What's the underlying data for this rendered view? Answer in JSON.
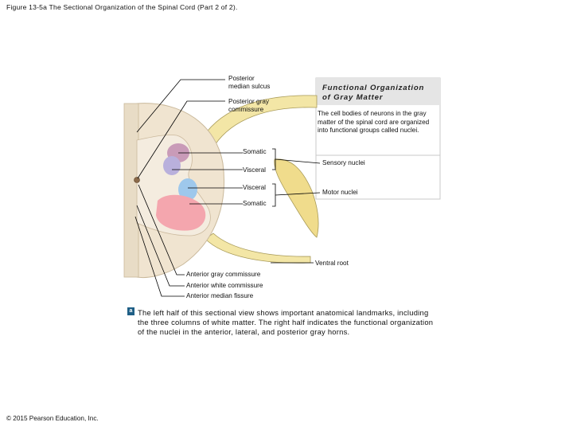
{
  "figure_title": "Figure 13-5a The Sectional Organization of the Spinal Cord (Part 2 of 2).",
  "labels": {
    "posterior_median_sulcus": [
      "Posterior",
      "median sulcus"
    ],
    "posterior_gray_commissure": [
      "Posterior gray",
      "commissure"
    ],
    "somatic_top": "Somatic",
    "visceral_top": "Visceral",
    "visceral_bottom": "Visceral",
    "somatic_bottom": "Somatic",
    "sensory_nuclei": "Sensory nuclei",
    "motor_nuclei": "Motor nuclei",
    "ventral_root": "Ventral root",
    "anterior_gray_commissure": "Anterior gray commissure",
    "anterior_white_commissure": "Anterior white commissure",
    "anterior_median_fissure": "Anterior median fissure"
  },
  "panel": {
    "title_line1": "Functional Organization",
    "title_line2": "of Gray Matter",
    "description": "The cell bodies of neurons in the gray matter of the spinal cord are organized into functional groups called nuclei."
  },
  "caption": {
    "badge": "a",
    "text": "The left half of this sectional view shows important anatomical landmarks, including the three columns of white matter. The right half indicates the functional organization of the nuclei in the anterior, lateral, and posterior gray horns."
  },
  "copyright": "© 2015 Pearson Education, Inc.",
  "colors": {
    "white_matter": "#f0e4d0",
    "gray_matter": "#f4ecdf",
    "somatic_sensory": "#c99bb8",
    "visceral_sensory": "#b9b0dc",
    "visceral_motor": "#9ec8ec",
    "somatic_motor": "#f4a6ae",
    "nerve": "#f3e6a6",
    "panel_title_bg": "#e5e5e5",
    "badge": "#1f5f86"
  }
}
